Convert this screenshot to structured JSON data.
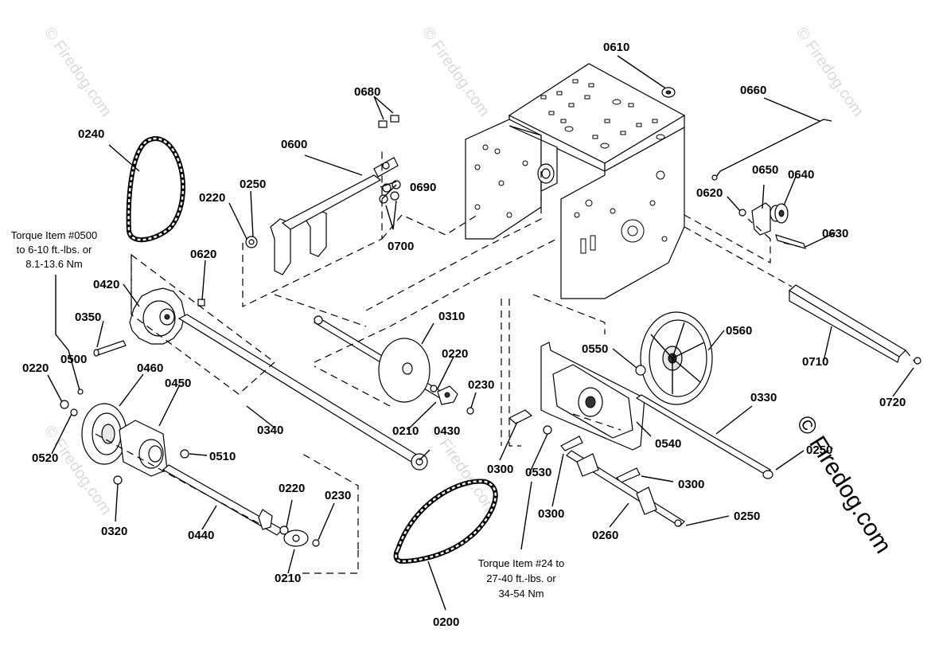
{
  "diagram": {
    "part_labels": {
      "p0610": "0610",
      "p0660": "0660",
      "p0680": "0680",
      "p0600": "0600",
      "p0690": "0690",
      "p0700": "0700",
      "p0240": "0240",
      "p0220a": "0220",
      "p0250a": "0250",
      "p0650": "0650",
      "p0640": "0640",
      "p0620a": "0620",
      "p0630": "0630",
      "p0620b": "0620",
      "p0420": "0420",
      "p0350": "0350",
      "p0500": "0500",
      "p0220b": "0220",
      "p0460": "0460",
      "p0450": "0450",
      "p0520": "0520",
      "p0510": "0510",
      "p0320": "0320",
      "p0440": "0440",
      "p0220c": "0220",
      "p0230a": "0230",
      "p0210a": "0210",
      "p0340": "0340",
      "p0310": "0310",
      "p0220d": "0220",
      "p0230b": "0230",
      "p0210b": "0210",
      "p0430": "0430",
      "p0200": "0200",
      "p0300a": "0300",
      "p0530": "0530",
      "p0300b": "0300",
      "p0550": "0550",
      "p0560": "0560",
      "p0540": "0540",
      "p0300c": "0300",
      "p0260": "0260",
      "p0330": "0330",
      "p0250b": "0250",
      "p0250c": "0250",
      "p0710": "0710",
      "p0720": "0720"
    },
    "notes": {
      "torque_left": [
        "Torque Item #0500",
        "to 6-10 ft.-lbs. or",
        "8.1-13.6 Nm"
      ],
      "torque_center": [
        "Torque Item #24 to",
        "27-40 ft.-lbs. or",
        "34-54 Nm"
      ]
    },
    "watermark": {
      "small": "© Firedog.com",
      "large": "© Firedog.com"
    }
  }
}
